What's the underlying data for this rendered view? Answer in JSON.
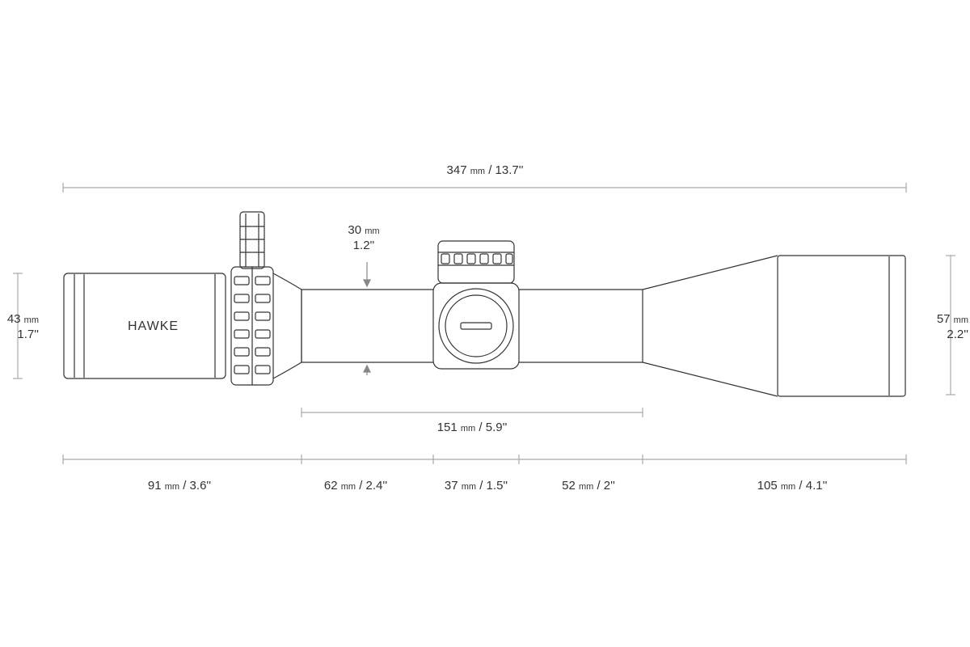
{
  "brand_text": "HAWKE",
  "overall_length": {
    "value": "347",
    "unit": "mm",
    "imperial": "/ 13.7''"
  },
  "tube_diameter": {
    "value": "30",
    "unit": "mm",
    "imperial": "1.2''"
  },
  "eyepiece_diameter": {
    "value": "43",
    "unit": "mm",
    "imperial": "1.7''"
  },
  "objective_diameter": {
    "value": "57",
    "unit": "mm",
    "imperial": "2.2''"
  },
  "tube_length": {
    "value": "151",
    "unit": "mm",
    "imperial": "/ 5.9''"
  },
  "segments": [
    {
      "value": "91",
      "unit": "mm",
      "imperial": "/ 3.6''"
    },
    {
      "value": "62",
      "unit": "mm",
      "imperial": "/ 2.4''"
    },
    {
      "value": "37",
      "unit": "mm",
      "imperial": "/ 1.5''"
    },
    {
      "value": "52",
      "unit": "mm",
      "imperial": "/ 2''"
    },
    {
      "value": "105",
      "unit": "mm",
      "imperial": "/ 4.1''"
    }
  ],
  "line_color": "#333333"
}
